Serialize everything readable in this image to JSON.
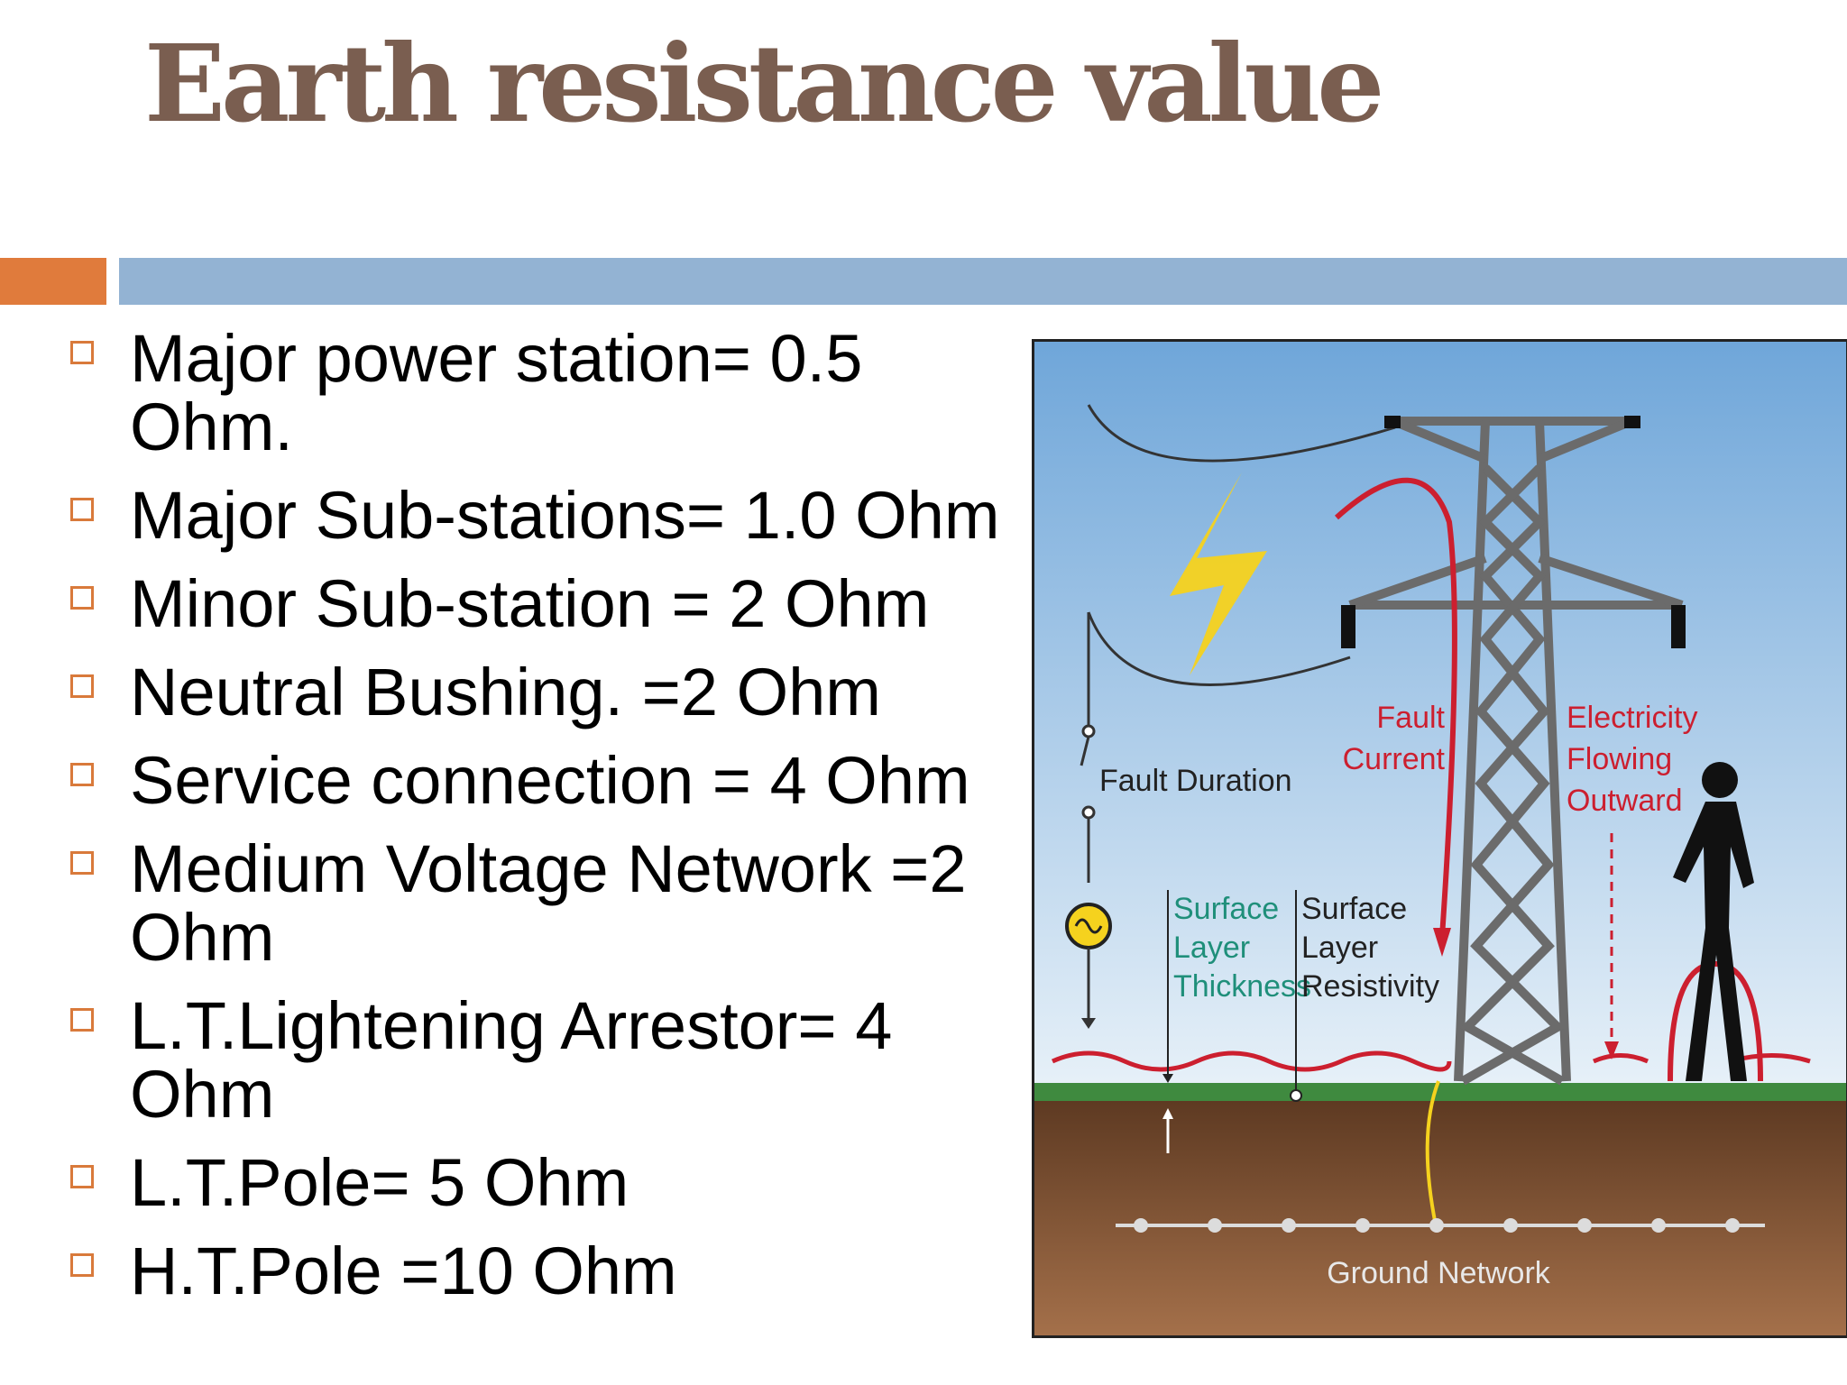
{
  "slide": {
    "title": "Earth resistance value",
    "accent_color": "#e07b3c",
    "bar_color": "#93b3d3",
    "title_color": "#7a5e50"
  },
  "bullets": [
    "Major power station= 0.5 Ohm.",
    "Major Sub-stations= 1.0 Ohm",
    "Minor Sub-station = 2 Ohm",
    "Neutral Bushing. =2 Ohm",
    "Service connection = 4 Ohm",
    "Medium Voltage Network =2 Ohm",
    "L.T.Lightening Arrestor= 4 Ohm",
    "L.T.Pole= 5 Ohm",
    "H.T.Pole =10 Ohm"
  ],
  "figure": {
    "labels": {
      "fault_duration": "Fault Duration",
      "fault_current_1": "Fault",
      "fault_current_2": "Current",
      "electricity_1": "Electricity",
      "electricity_2": "Flowing",
      "electricity_3": "Outward",
      "thickness_1": "Surface",
      "thickness_2": "Layer",
      "thickness_3": "Thickness",
      "resistivity_1": "Surface",
      "resistivity_2": "Layer",
      "resistivity_3": "Resistivity",
      "ground_network": "Ground Network"
    },
    "colors": {
      "sky_top": "#6fa6d9",
      "sky_bottom": "#e6f0f8",
      "grass": "#3f8a3f",
      "soil": "#7a4a2c",
      "current": "#cc1f2f",
      "teal_text": "#1f8f7a"
    }
  }
}
